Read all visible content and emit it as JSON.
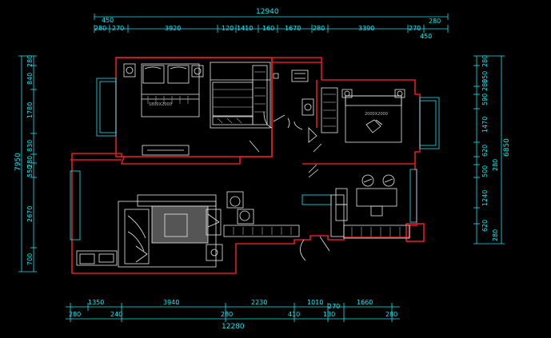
{
  "drawing": {
    "colors": {
      "dimension": "#19e6f0",
      "wall": "#e01b24",
      "furniture": "#e8e8e8",
      "background": "#000000"
    },
    "top": {
      "overall": "12940",
      "row_a": [
        "450",
        "280"
      ],
      "row_b": [
        "280",
        "270",
        "3920",
        "120",
        "1410",
        "160",
        "1670",
        "280",
        "3390",
        "270"
      ],
      "row_b_right": "450"
    },
    "bottom": {
      "overall": "12280",
      "row_a": [
        "1350",
        "3940",
        "2230",
        "1010",
        "1660"
      ],
      "row_a2": [
        "270"
      ],
      "row_b": [
        "280",
        "240",
        "280",
        "410",
        "130",
        "280"
      ]
    },
    "left": {
      "overall": "7950",
      "segments": [
        "280",
        "840",
        "1780",
        "830",
        "280",
        "550",
        "2670",
        "700"
      ]
    },
    "right": {
      "overall": "6850",
      "segments": [
        "280",
        "850",
        "280",
        "590",
        "1470",
        "620",
        "280",
        "500",
        "1240",
        "620",
        "280"
      ]
    },
    "bed_label": "1800X2000",
    "bed2_label": "2000X2000"
  }
}
